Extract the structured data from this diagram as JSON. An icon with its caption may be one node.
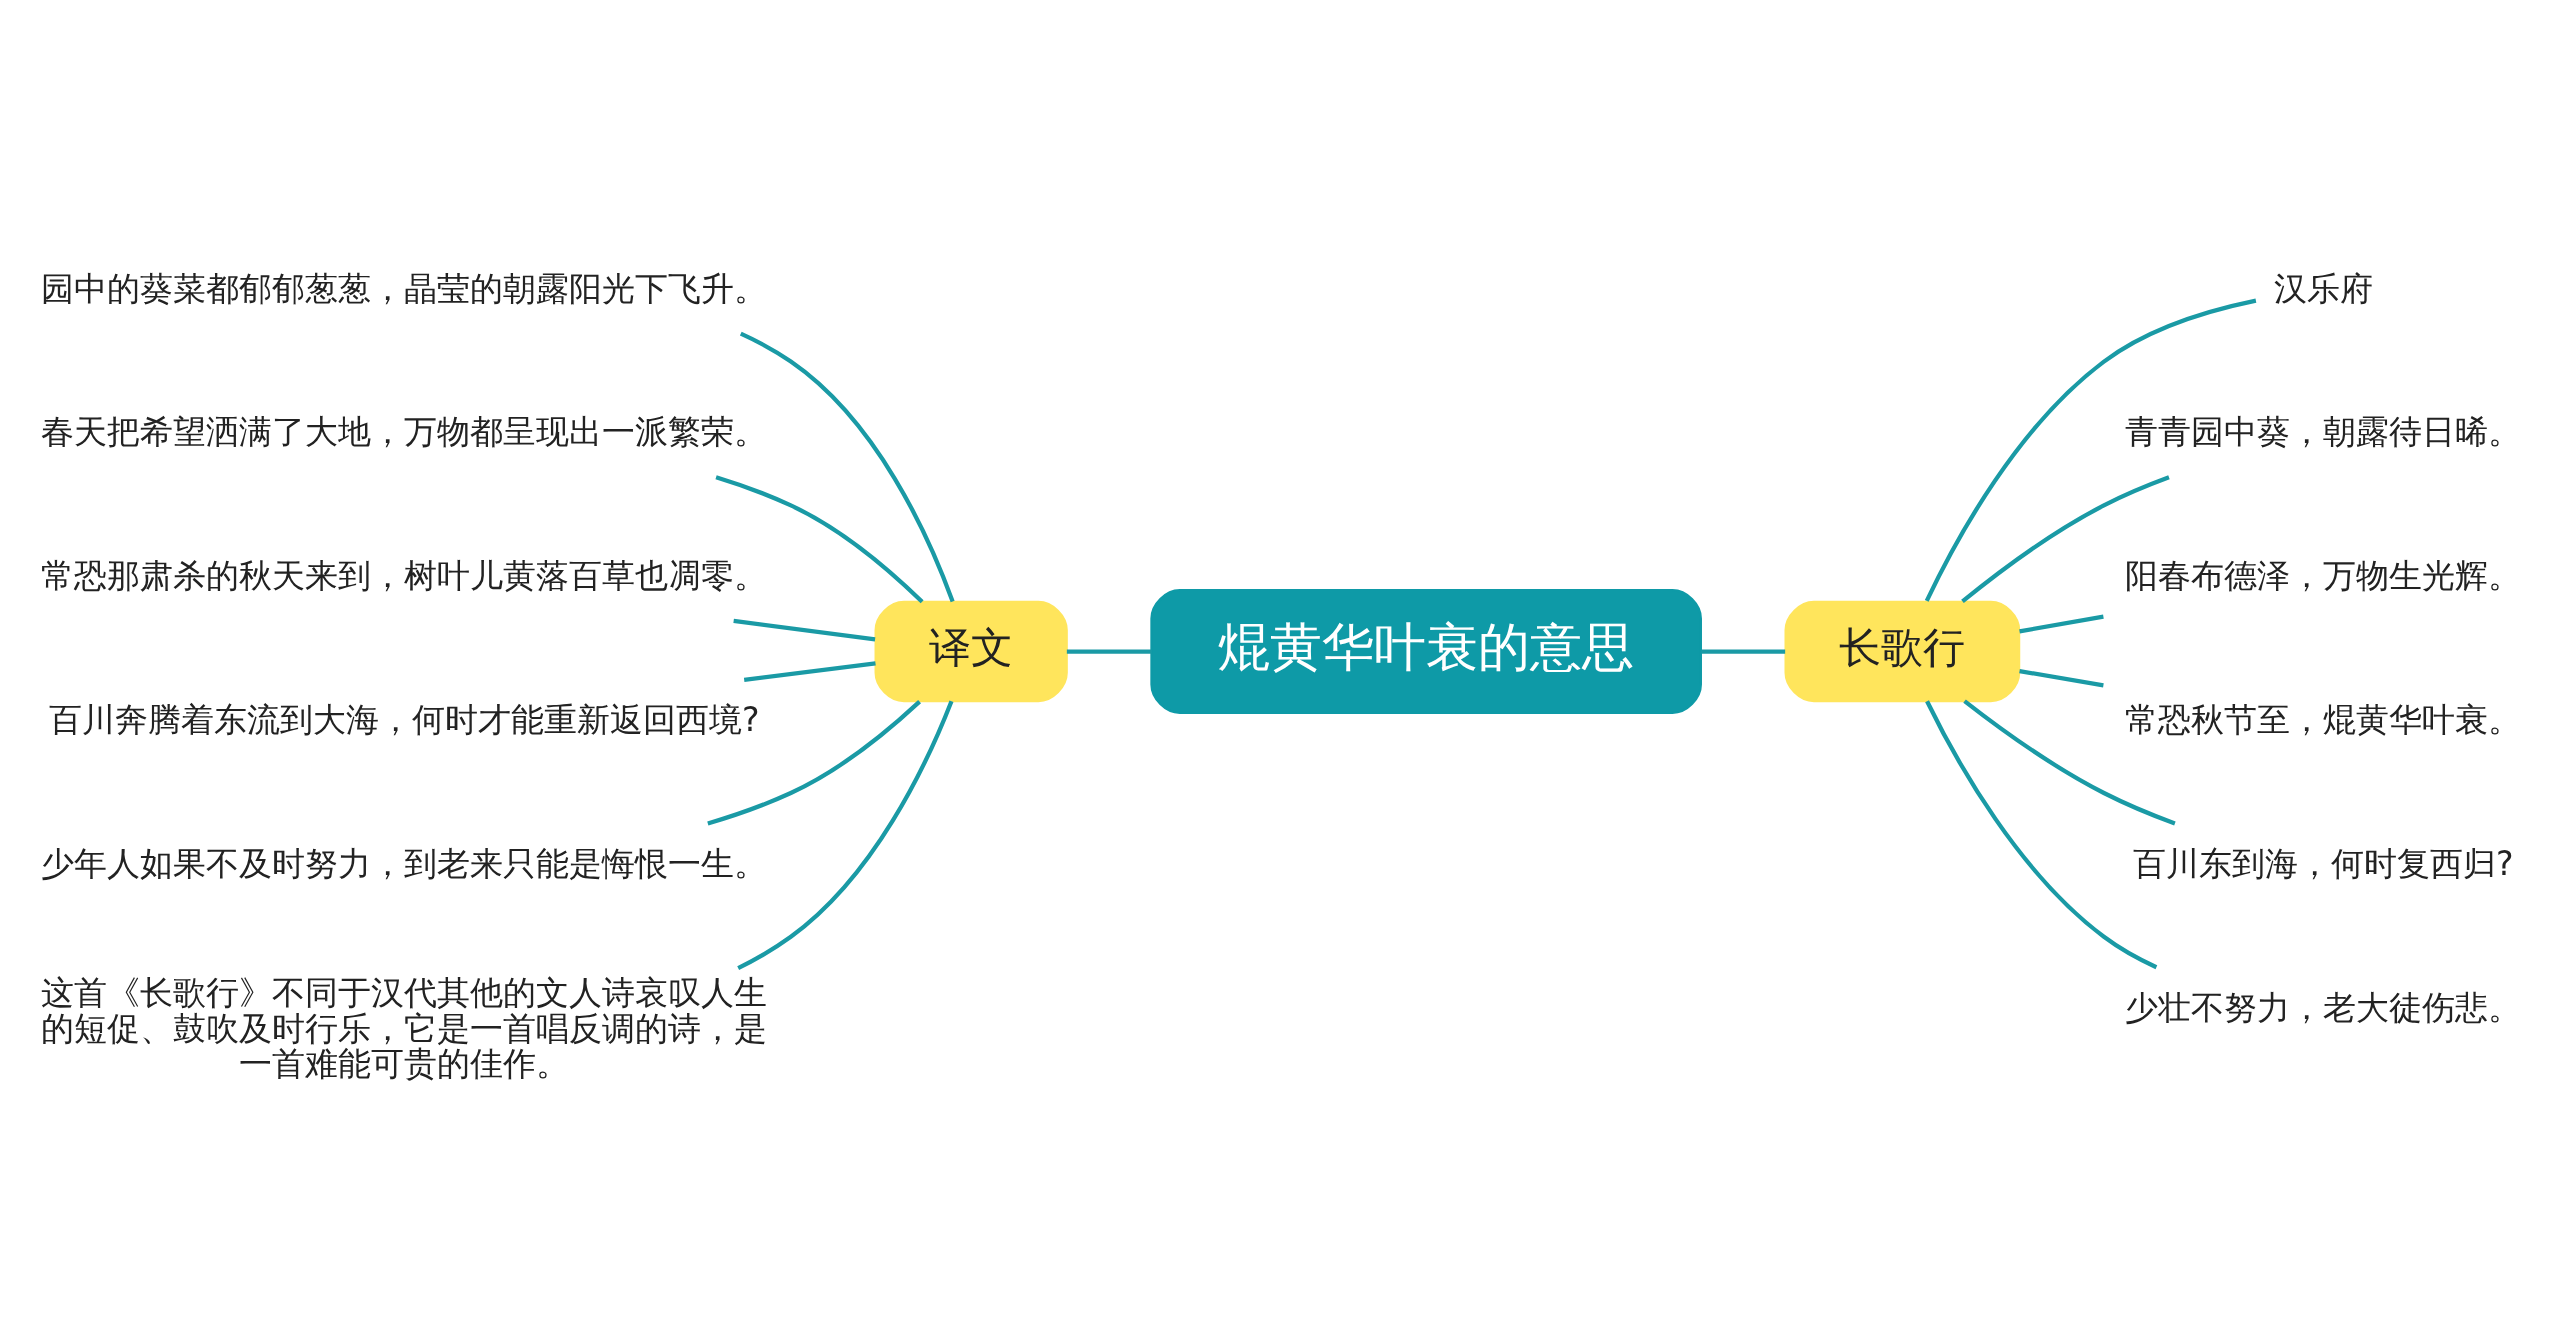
{
  "diagram": {
    "nodes": [
      {
        "text": [
          "焜黄华叶衰的意思"
        ]
      },
      {
        "text": [
          "译文"
        ]
      },
      {
        "text": [
          "园中的葵菜都郁郁葱葱，晶莹的朝露阳光下飞升。"
        ]
      },
      {
        "text": [
          "春天把希望洒满了大地，万物都呈现出一派繁荣。"
        ]
      },
      {
        "text": [
          "常恐那肃杀的秋天来到，树叶儿黄落百草也凋零。"
        ]
      },
      {
        "text": [
          "百川奔腾着东流到大海，何时才能重新返回西境?"
        ]
      },
      {
        "text": [
          "少年人如果不及时努力，到老来只能是悔恨一生。"
        ]
      },
      {
        "text": [
          "这首《长歌行》不同于汉代其他的文人诗哀叹人生的短促、鼓吹及时行乐，它是一首唱反调的诗，是一首难能可贵的佳作。"
        ]
      },
      {
        "text": [
          "长歌行"
        ]
      },
      {
        "text": [
          "汉乐府"
        ]
      },
      {
        "text": [
          "青青园中葵，朝露待日晞。"
        ]
      },
      {
        "text": [
          "阳春布德泽，万物生光辉。"
        ]
      },
      {
        "text": [
          "常恐秋节至，焜黄华叶衰。"
        ]
      },
      {
        "text": [
          "百川东到海，何时复西归?"
        ]
      },
      {
        "text": [
          "少壮不努力，老大徒伤悲。"
        ]
      }
    ],
    "edges": [
      {
        "from": 1,
        "to": 0,
        "arrow": "none"
      },
      {
        "from": 2,
        "to": 1,
        "arrow": "none"
      },
      {
        "from": 3,
        "to": 1,
        "arrow": "none"
      },
      {
        "from": 4,
        "to": 1,
        "arrow": "none"
      },
      {
        "from": 5,
        "to": 1,
        "arrow": "none"
      },
      {
        "from": 6,
        "to": 1,
        "arrow": "none"
      },
      {
        "from": 7,
        "to": 1,
        "arrow": "none"
      },
      {
        "from": 0,
        "to": 8,
        "arrow": "none"
      },
      {
        "from": 8,
        "to": 9,
        "arrow": "none"
      },
      {
        "from": 8,
        "to": 10,
        "arrow": "none"
      },
      {
        "from": 8,
        "to": 11,
        "arrow": "none"
      },
      {
        "from": 8,
        "to": 12,
        "arrow": "none"
      },
      {
        "from": 8,
        "to": 13,
        "arrow": "none"
      },
      {
        "from": 8,
        "to": 14,
        "arrow": "none"
      }
    ]
  }
}
